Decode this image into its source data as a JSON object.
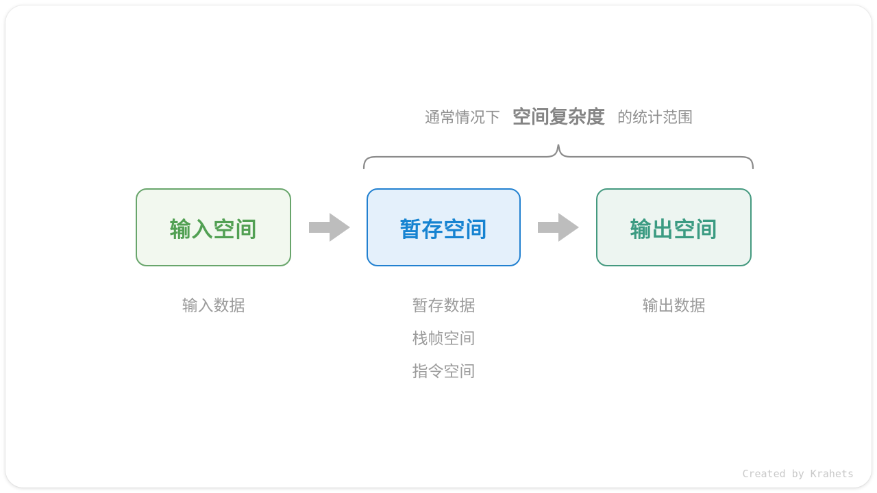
{
  "scope_label": {
    "prefix": "通常情况下",
    "highlight": "空间复杂度",
    "suffix": "的统计范围"
  },
  "flow": {
    "boxes": [
      {
        "label": "输入空间",
        "text_color": "#52a053",
        "border_color": "#68a56b",
        "bg_color": "#f2f8ef"
      },
      {
        "label": "暂存空间",
        "text_color": "#1683d1",
        "border_color": "#2180d0",
        "bg_color": "#e4f0fb"
      },
      {
        "label": "输出空间",
        "text_color": "#3b9b82",
        "border_color": "#44997f",
        "bg_color": "#edf5f1"
      }
    ],
    "arrow_color": "#bdbdbd",
    "brace_color": "#8b8b8b"
  },
  "sub_labels": {
    "input": [
      "输入数据"
    ],
    "temp": [
      "暂存数据",
      "栈帧空间",
      "指令空间"
    ],
    "output": [
      "输出数据"
    ]
  },
  "credit": "Created by Krahets"
}
